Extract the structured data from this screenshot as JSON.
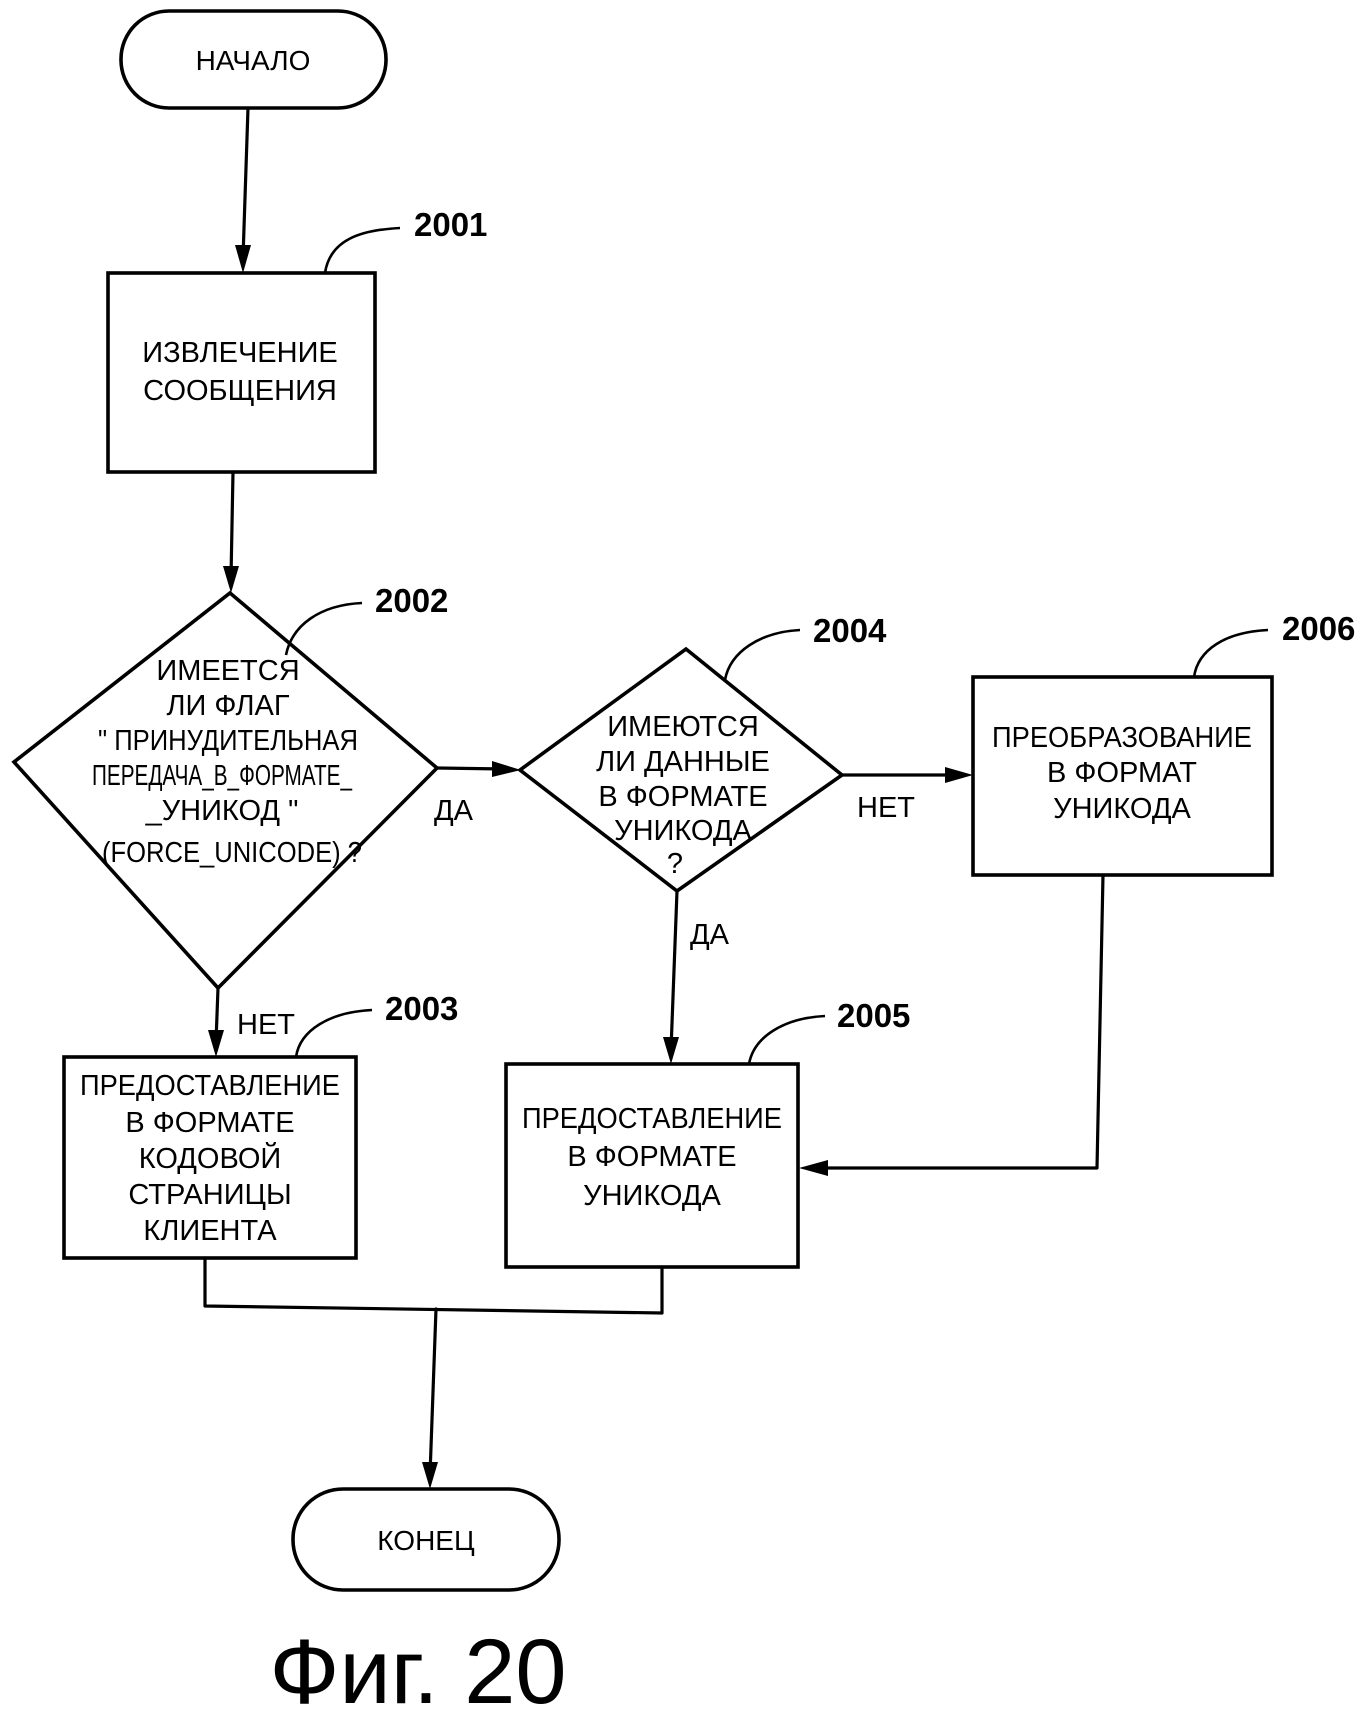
{
  "figure": {
    "caption": "Фиг. 20"
  },
  "nodes": {
    "start": {
      "label": "НАЧАЛО"
    },
    "n2001": {
      "ref": "2001",
      "lines": [
        "ИЗВЛЕЧЕНИЕ",
        "СООБЩЕНИЯ"
      ]
    },
    "n2002": {
      "ref": "2002",
      "lines": [
        "ИМЕЕТСЯ",
        "ЛИ  ФЛАГ",
        "\" ПРИНУДИТЕЛЬНАЯ",
        "ПЕРЕДАЧА_В_ФОРМАТЕ_",
        "_УНИКОД \"",
        "(FORCE_UNICODE) ?"
      ]
    },
    "n2003": {
      "ref": "2003",
      "lines": [
        "ПРЕДОСТАВЛЕНИЕ",
        "В  ФОРМАТЕ",
        "КОДОВОЙ",
        "СТРАНИЦЫ",
        "КЛИЕНТА"
      ]
    },
    "n2004": {
      "ref": "2004",
      "lines": [
        "ИМЕЮТСЯ",
        "ЛИ  ДАННЫЕ",
        "В  ФОРМАТЕ",
        "УНИКОДА",
        "?"
      ]
    },
    "n2005": {
      "ref": "2005",
      "lines": [
        "ПРЕДОСТАВЛЕНИЕ",
        "В  ФОРМАТЕ",
        "УНИКОДА"
      ]
    },
    "n2006": {
      "ref": "2006",
      "lines": [
        "ПРЕОБРАЗОВАНИЕ",
        "В  ФОРМАТ",
        "УНИКОДА"
      ]
    },
    "end": {
      "label": "КОНЕЦ"
    }
  },
  "edges": {
    "e2002_yes": "ДА",
    "e2002_no": "НЕТ",
    "e2004_yes": "ДА",
    "e2004_no": "НЕТ"
  }
}
